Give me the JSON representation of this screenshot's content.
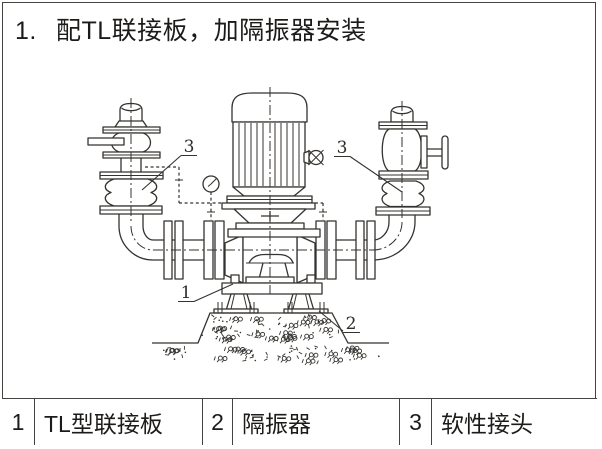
{
  "title": {
    "number": "1.",
    "text": "配TL联接板，加隔振器安装"
  },
  "legend": {
    "items": [
      {
        "num": "1",
        "label": "TL型联接板"
      },
      {
        "num": "2",
        "label": "隔振器"
      },
      {
        "num": "3",
        "label": "软性接头"
      }
    ]
  },
  "diagram": {
    "callouts": [
      {
        "num": "3"
      },
      {
        "num": "3"
      },
      {
        "num": "1"
      },
      {
        "num": "2"
      }
    ]
  },
  "colors": {
    "line": "#35332f",
    "background": "#ffffff"
  }
}
